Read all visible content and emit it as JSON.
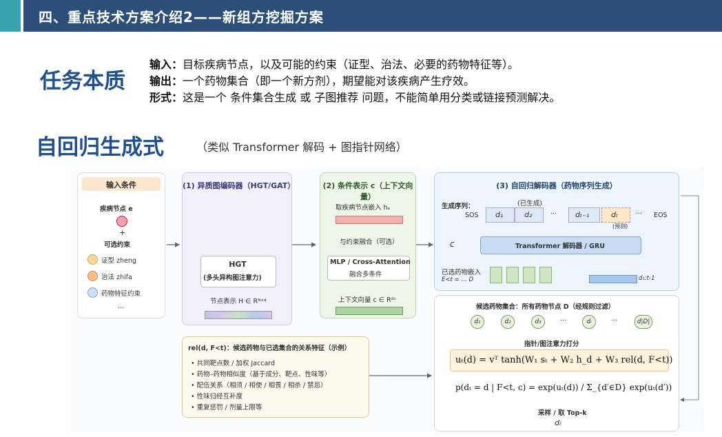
{
  "header": {
    "title": "四、重点技术方案介绍2——新组方挖掘方案"
  },
  "task": {
    "heading": "任务本质",
    "input_label": "输入：",
    "input_text": "目标疾病节点，以及可能的约束（证型、治法、必要的药物特征等）。",
    "output_label": "输出：",
    "output_text": "一个药物集合（即一个新方剂），期望能对该疾病产生疗效。",
    "form_label": "形式：",
    "form_text": "这是一个 条件集合生成 或 子图推荐 问题，不能简单用分类或链接预测解决。"
  },
  "approach": {
    "heading": "自回归生成式",
    "subtitle": "（类似 Transformer 解码 + 图指针网络）"
  },
  "figure": {
    "input_box": {
      "title": "输入条件",
      "disease": "疾病节点 e",
      "plus": "+",
      "optional": "可选约束",
      "c1": "证型 zheng",
      "c2": "治法 zhifa",
      "c3": "药物特征约束",
      "dots": "…"
    },
    "encoder_box": {
      "title": "(1) 异质图编码器（HGT/GAT）",
      "hgt": "HGT",
      "hgt_sub": "(多头异构图注意力)",
      "node_repr": "节点表示 H ∈ Rᴺˣᵈ"
    },
    "cond_box": {
      "title": "(2) 条件表示 c（上下文向量）",
      "embed": "取疾病节点嵌入 hₑ",
      "fuse": "与约束融合（可选）",
      "mlp": "MLP / Cross-Attention",
      "mlp_sub": "融合多条件",
      "ctx": "上下文向量 c ∈ Rᵈᶜ"
    },
    "decoder_box": {
      "title": "(3) 自回归解码器（药物序列生成）",
      "seq_label": "生成序列：",
      "generated": "(已生成)",
      "sos": "SOS",
      "d1": "d₁",
      "d2": "d₂",
      "dots": "···",
      "dt1": "dₜ₋₁",
      "dt": "dₜ",
      "dots2": "···",
      "eos": "EOS",
      "predict": "(预测)",
      "c": "c",
      "decoder": "Transformer 解码器 / GRU",
      "selected_emb": "已选药物嵌入",
      "e_label": "E<t = … D",
      "e_right": "d₁:t-1"
    },
    "candidate_box": {
      "title": "候选药物集合：所有药物节点 D（经规则过滤）",
      "c1": "d₁",
      "c2": "d₂",
      "c3": "d₃",
      "dots": "···",
      "ci": "dᵢ",
      "dots2": "···",
      "cd": "d|D|",
      "pointer": "指针/图注意力打分",
      "f1": "uₜ(d) = vᵀ tanh(W₁ sₜ + W₂ h_d + W₃ rel(d, F<t))",
      "f2": "p(dₜ = d | F<t, c) = exp(uₜ(d)) / Σ_{d′∈D} exp(uₜ(d′))",
      "sample": "采样 / 取 Top-k",
      "dt": "dₜ"
    },
    "rel_box": {
      "title": "rel(d, F<t)：候选药物与已选集合的关系特征（示例）",
      "items": [
        "共同靶点数 / 加权 Jaccard",
        "药物–药物相似度（基于成分、靶点、性味等）",
        "配伍关系（相须 / 相使 / 相畏 / 相杀 / 禁忌）",
        "性味归经互补度",
        "重复惩罚 / 剂量上限等"
      ]
    }
  },
  "colors": {
    "header_bar": "#2b4f78",
    "header_tab": "#3aa3b0",
    "heading": "#1f4f8f"
  }
}
